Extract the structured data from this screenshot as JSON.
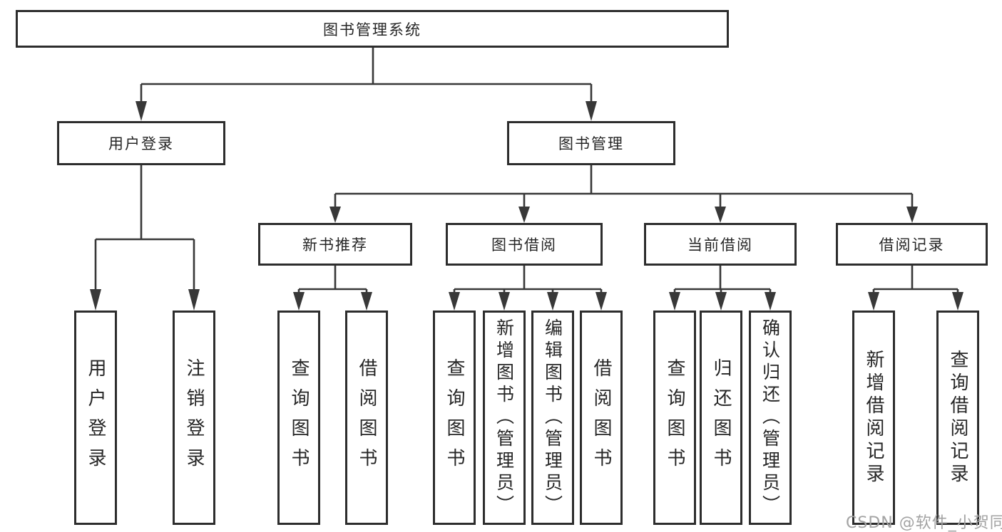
{
  "tree": {
    "root": {
      "label": "图书管理系统"
    },
    "branches": [
      {
        "label": "用户登录",
        "children": [
          {
            "label": "用户登录"
          },
          {
            "label": "注销登录"
          }
        ]
      },
      {
        "label": "图书管理",
        "children": [
          {
            "label": "新书推荐",
            "children": [
              {
                "label": "查询图书"
              },
              {
                "label": "借阅图书"
              }
            ]
          },
          {
            "label": "图书借阅",
            "children": [
              {
                "label": "查询图书"
              },
              {
                "label": "新增图书（管理员）"
              },
              {
                "label": "编辑图书（管理员）"
              },
              {
                "label": "借阅图书"
              }
            ]
          },
          {
            "label": "当前借阅",
            "children": [
              {
                "label": "查询图书"
              },
              {
                "label": "归还图书"
              },
              {
                "label": "确认归还（管理员）"
              }
            ]
          },
          {
            "label": "借阅记录",
            "children": [
              {
                "label": "新增借阅记录"
              },
              {
                "label": "查询借阅记录"
              }
            ]
          }
        ]
      }
    ]
  },
  "watermark": {
    "text": "CSDN @软件_小贺同学"
  },
  "colors": {
    "line": "#383838",
    "box_border": "#2d2d2d",
    "box_text": "#262626",
    "watermark": "#a3a3a3",
    "background": "#ffffff"
  }
}
